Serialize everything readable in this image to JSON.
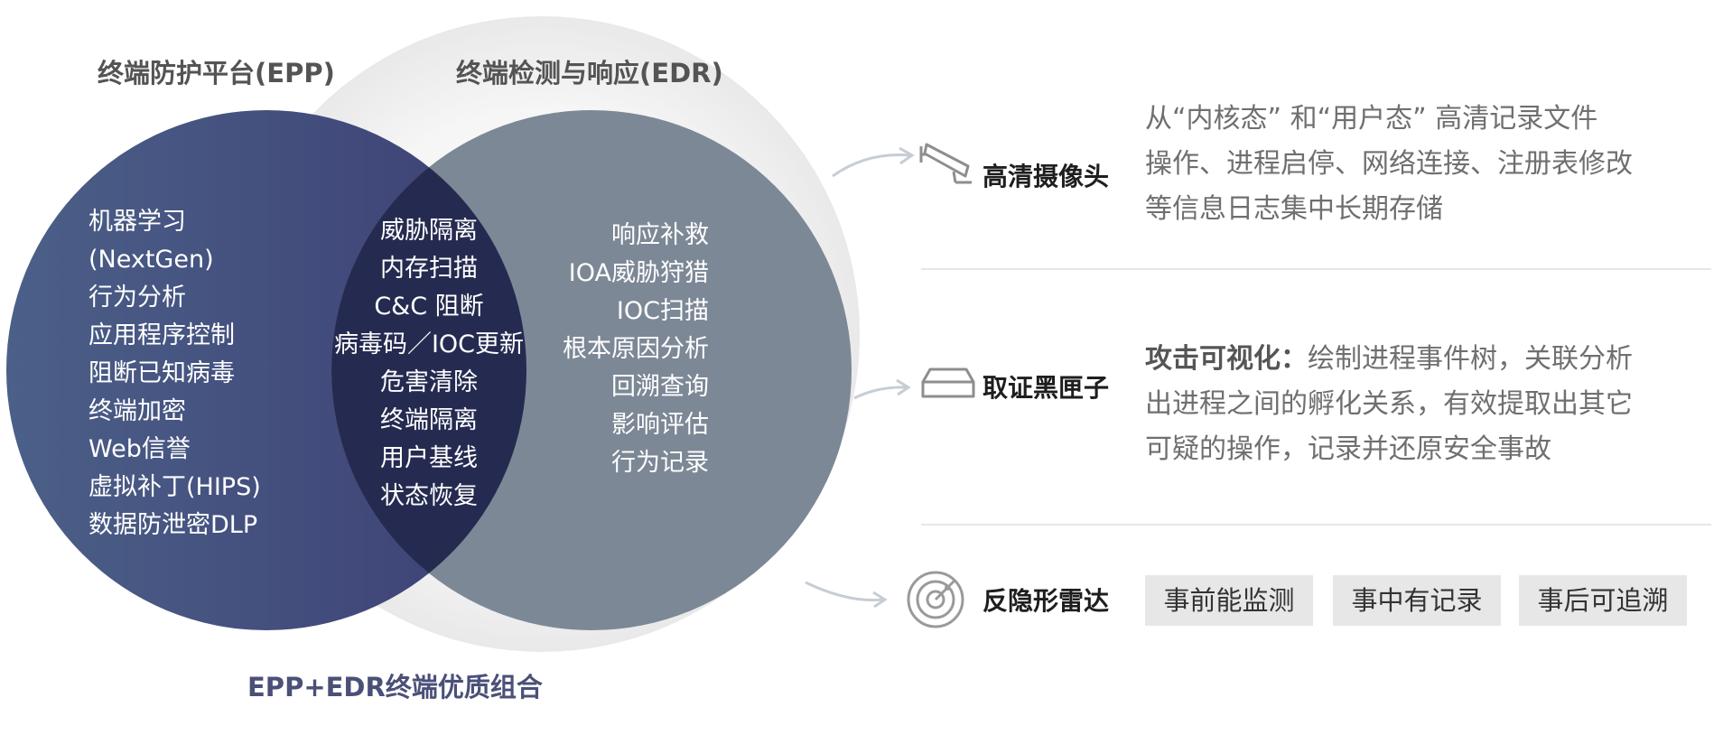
{
  "venn": {
    "epp_title": "终端防护平台(EPP)",
    "edr_title": "终端检测与响应(EDR)",
    "combo_title": "EPP+EDR终端优质组合",
    "epp_only": [
      "机器学习",
      "(NextGen)",
      "行为分析",
      "应用程序控制",
      "阻断已知病毒",
      "终端加密",
      "Web信誉",
      "虚拟补丁(HIPS)",
      "数据防泄密DLP"
    ],
    "overlap": [
      "威胁隔离",
      "内存扫描",
      "C&C 阻断",
      "病毒码／IOC更新",
      "危害清除",
      "终端隔离",
      "用户基线",
      "状态恢复"
    ],
    "edr_only": [
      "响应补救",
      "IOA威胁狩猎",
      "IOC扫描",
      "根本原因分析",
      "回溯查询",
      "影响评估",
      "行为记录"
    ]
  },
  "features": [
    {
      "icon": "camera-icon",
      "label": "高清摄像头",
      "desc_lines": [
        "从“内核态” 和“用户态” 高清记录文件",
        "操作、进程启停、网络连接、注册表修改",
        "等信息日志集中长期存储"
      ]
    },
    {
      "icon": "black-box-icon",
      "label": "取证黑匣子",
      "desc_bold": "攻击可视化：",
      "desc_lines": [
        "绘制进程事件树，关联分析",
        "出进程之间的孵化关系，有效提取出其它",
        "可疑的操作，记录并还原安全事故"
      ]
    },
    {
      "icon": "radar-icon",
      "label": "反隐形雷达",
      "tags": [
        "事前能监测",
        "事中有记录",
        "事后可追溯"
      ]
    }
  ],
  "colors": {
    "epp_circle": "#3a4a7a",
    "edr_circle": "#7b8794",
    "overlap": "#252b50",
    "combo_title": "#4a5078"
  }
}
